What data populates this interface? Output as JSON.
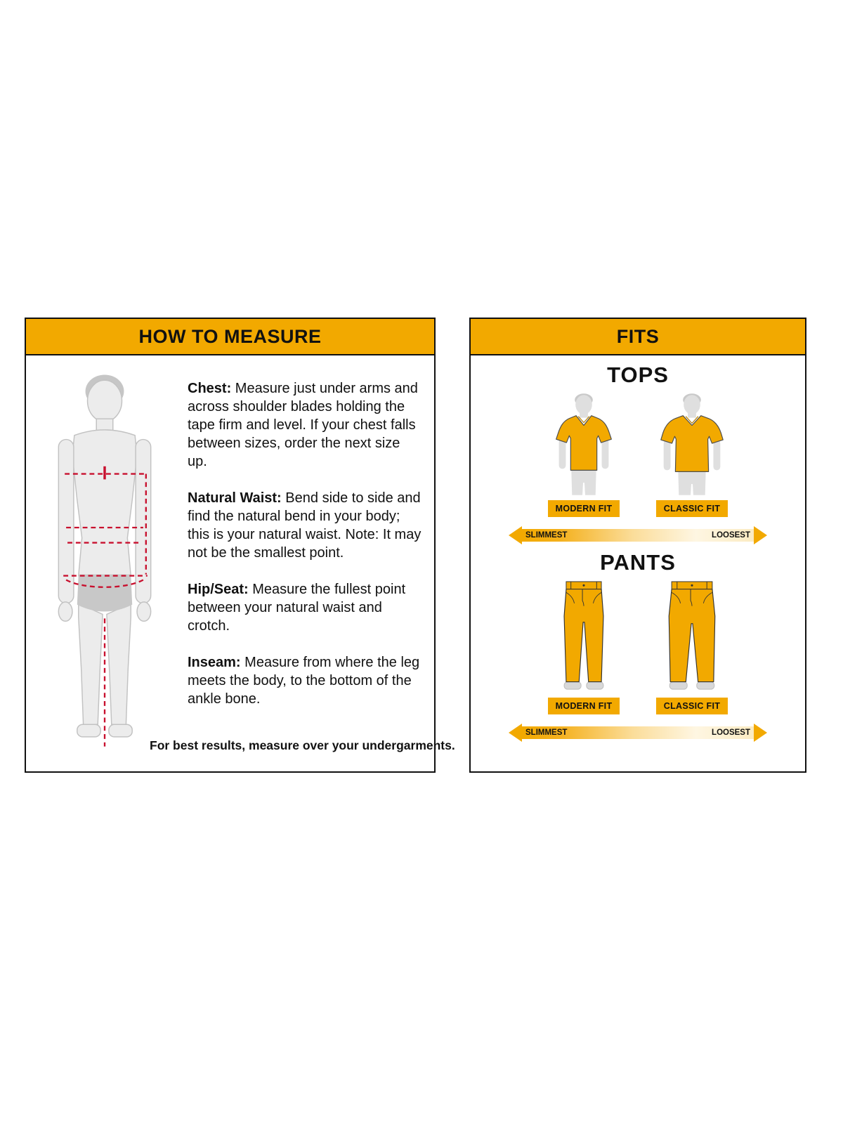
{
  "colors": {
    "accent_gold": "#F2A900",
    "measure_line_red": "#C8102E",
    "figure_gray": "#ECECEC",
    "text_black": "#111111"
  },
  "how_to_measure": {
    "header": "HOW TO MEASURE",
    "instructions": [
      {
        "label": "Chest:",
        "text": "Measure just under arms and across shoulder blades holding the tape firm and level. If your chest falls between sizes, order the next size up."
      },
      {
        "label": "Natural Waist:",
        "text": "Bend side to side and find the natural bend in your body; this is your natural waist. Note: It may not be the smallest point."
      },
      {
        "label": "Hip/Seat:",
        "text": "Measure the fullest point between your natural waist and crotch."
      },
      {
        "label": "Inseam:",
        "text": "Measure from where the leg meets the body, to the bottom of the ankle bone."
      }
    ],
    "footnote": "For best results, measure over your undergarments."
  },
  "fits": {
    "header": "FITS",
    "tops": {
      "title": "TOPS",
      "fit_labels": [
        "MODERN FIT",
        "CLASSIC FIT"
      ],
      "scale_left": "SLIMMEST",
      "scale_right": "LOOSEST"
    },
    "pants": {
      "title": "PANTS",
      "fit_labels": [
        "MODERN FIT",
        "CLASSIC FIT"
      ],
      "scale_left": "SLIMMEST",
      "scale_right": "LOOSEST"
    }
  }
}
